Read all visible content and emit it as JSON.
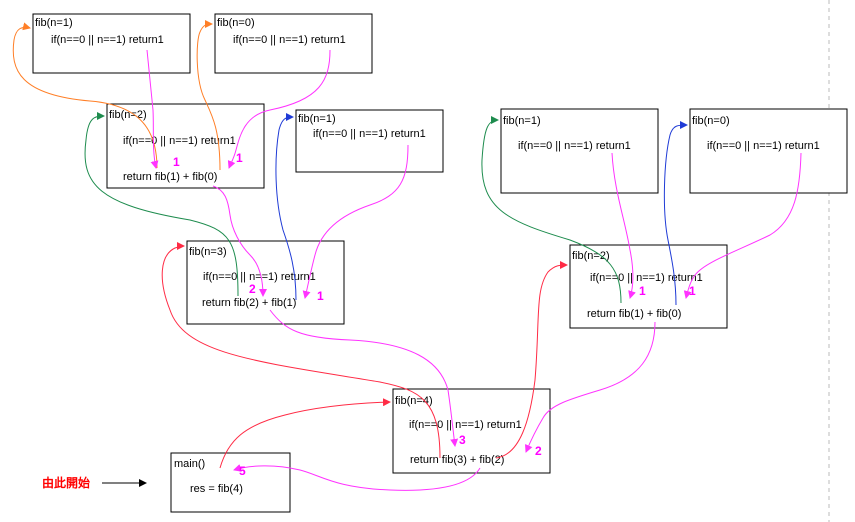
{
  "colors": {
    "orange": "#ff7f27",
    "green": "#1e8c4e",
    "blue": "#1f3bd6",
    "red": "#ff2b45",
    "magenta": "#ff33ff",
    "black": "#000000"
  },
  "nodes": {
    "fib1_a": {
      "title": "fib(n=1)",
      "cond": "if(n==0 || n==1) return1"
    },
    "fib0_a": {
      "title": "fib(n=0)",
      "cond": "if(n==0 || n==1) return1"
    },
    "fib2_a": {
      "title": "fib(n=2)",
      "cond": "if(n==0 || n==1) return1",
      "ret": "return fib(1) + fib(0)"
    },
    "fib1_b": {
      "title": "fib(n=1)",
      "cond": "if(n==0 || n==1) return1"
    },
    "fib3": {
      "title": "fib(n=3)",
      "cond": "if(n==0 || n==1) return1",
      "ret": "return fib(2) + fib(1)"
    },
    "fib1_c": {
      "title": "fib(n=1)",
      "cond": "if(n==0 || n==1) return1"
    },
    "fib0_b": {
      "title": "fib(n=0)",
      "cond": "if(n==0 || n==1) return1"
    },
    "fib2_b": {
      "title": "fib(n=2)",
      "cond": "if(n==0 || n==1) return1",
      "ret": "return fib(1) + fib(0)"
    },
    "fib4": {
      "title": "fib(n=4)",
      "cond": "if(n==0 || n==1) return1",
      "ret": "return fib(3) + fib(2)"
    },
    "main": {
      "title": "main()",
      "ret": "res = fib(4)"
    }
  },
  "return_values": {
    "r1": "1",
    "r2": "1",
    "r3": "2",
    "r4": "1",
    "r5": "1",
    "r6": "1",
    "r7": "3",
    "r8": "2",
    "r9": "5"
  },
  "start_label": "由此開始"
}
